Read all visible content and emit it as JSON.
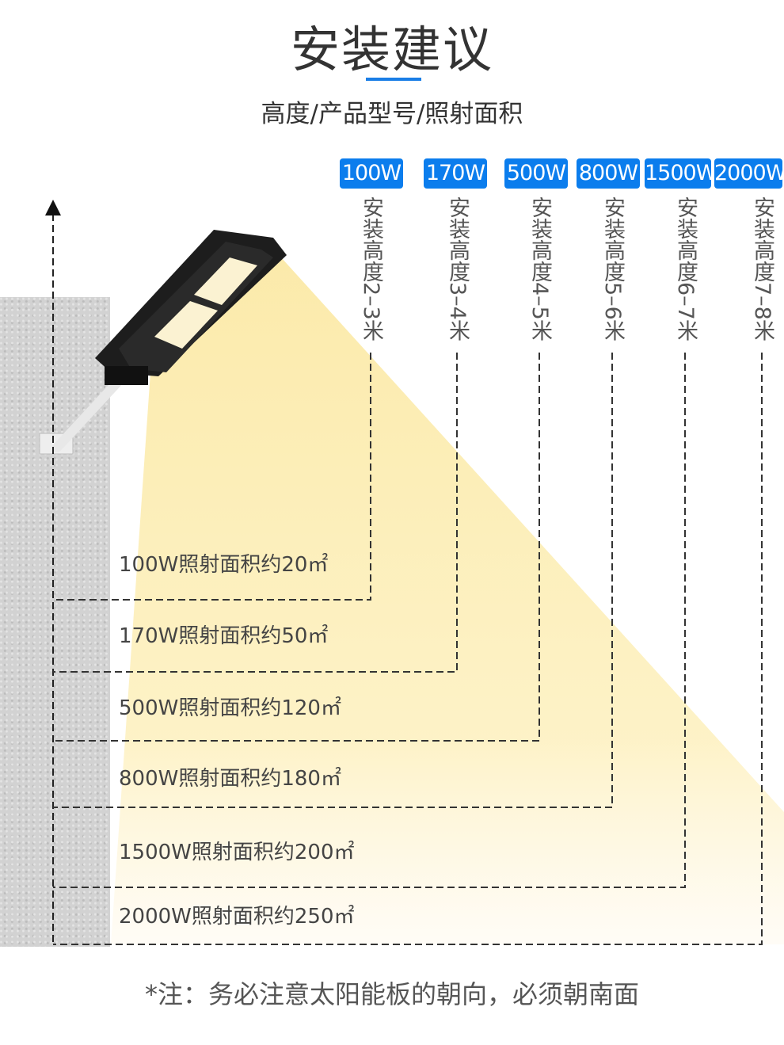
{
  "header": {
    "title": "安装建议",
    "subtitle": "高度/产品型号/照射面积"
  },
  "models": [
    {
      "badge": "100W",
      "height": "安装高度2–3米",
      "area": "100W照射面积约20㎡"
    },
    {
      "badge": "170W",
      "height": "安装高度3–4米",
      "area": "170W照射面积约50㎡"
    },
    {
      "badge": "500W",
      "height": "安装高度4–5米",
      "area": "500W照射面积约120㎡"
    },
    {
      "badge": "800W",
      "height": "安装高度5–6米",
      "area": "800W照射面积约180㎡"
    },
    {
      "badge": "1500W",
      "height": "安装高度6–7米",
      "area": "1500W照射面积约200㎡"
    },
    {
      "badge": "2000W",
      "height": "安装高度7–8米",
      "area": "2000W照射面积约250㎡"
    }
  ],
  "note": "*注：务必注意太阳能板的朝向，必须朝南面",
  "colors": {
    "accent": "#0b7ded",
    "light": "#fdeeb0"
  }
}
